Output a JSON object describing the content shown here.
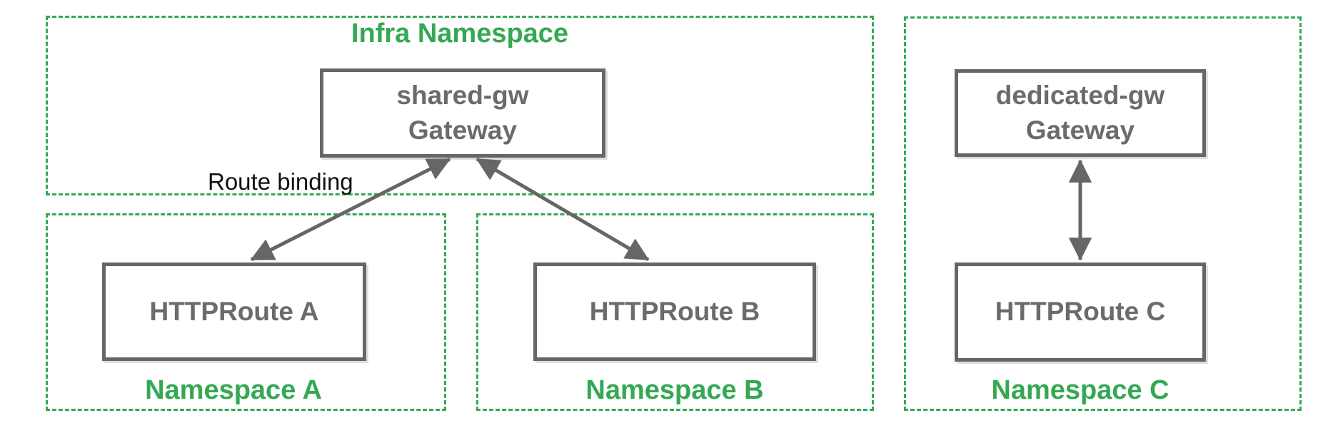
{
  "colors": {
    "namespace_green": "#34A853",
    "node_gray": "#666666",
    "annotation_black": "#111111",
    "background": "#ffffff"
  },
  "infra_namespace": {
    "label": "Infra Namespace",
    "gateway": {
      "name": "shared-gw",
      "kind": "Gateway"
    }
  },
  "namespace_a": {
    "label": "Namespace A",
    "route": "HTTPRoute A"
  },
  "namespace_b": {
    "label": "Namespace B",
    "route": "HTTPRoute B"
  },
  "namespace_c": {
    "label": "Namespace C",
    "gateway": {
      "name": "dedicated-gw",
      "kind": "Gateway"
    },
    "route": "HTTPRoute C"
  },
  "annotations": {
    "route_binding": "Route binding"
  },
  "edges": [
    {
      "from": "shared-gw Gateway",
      "to": "HTTPRoute A",
      "style": "double-headed-arrow",
      "label": "Route binding"
    },
    {
      "from": "shared-gw Gateway",
      "to": "HTTPRoute B",
      "style": "double-headed-arrow",
      "label": "Route binding"
    },
    {
      "from": "dedicated-gw Gateway",
      "to": "HTTPRoute C",
      "style": "double-headed-arrow",
      "label": ""
    }
  ]
}
